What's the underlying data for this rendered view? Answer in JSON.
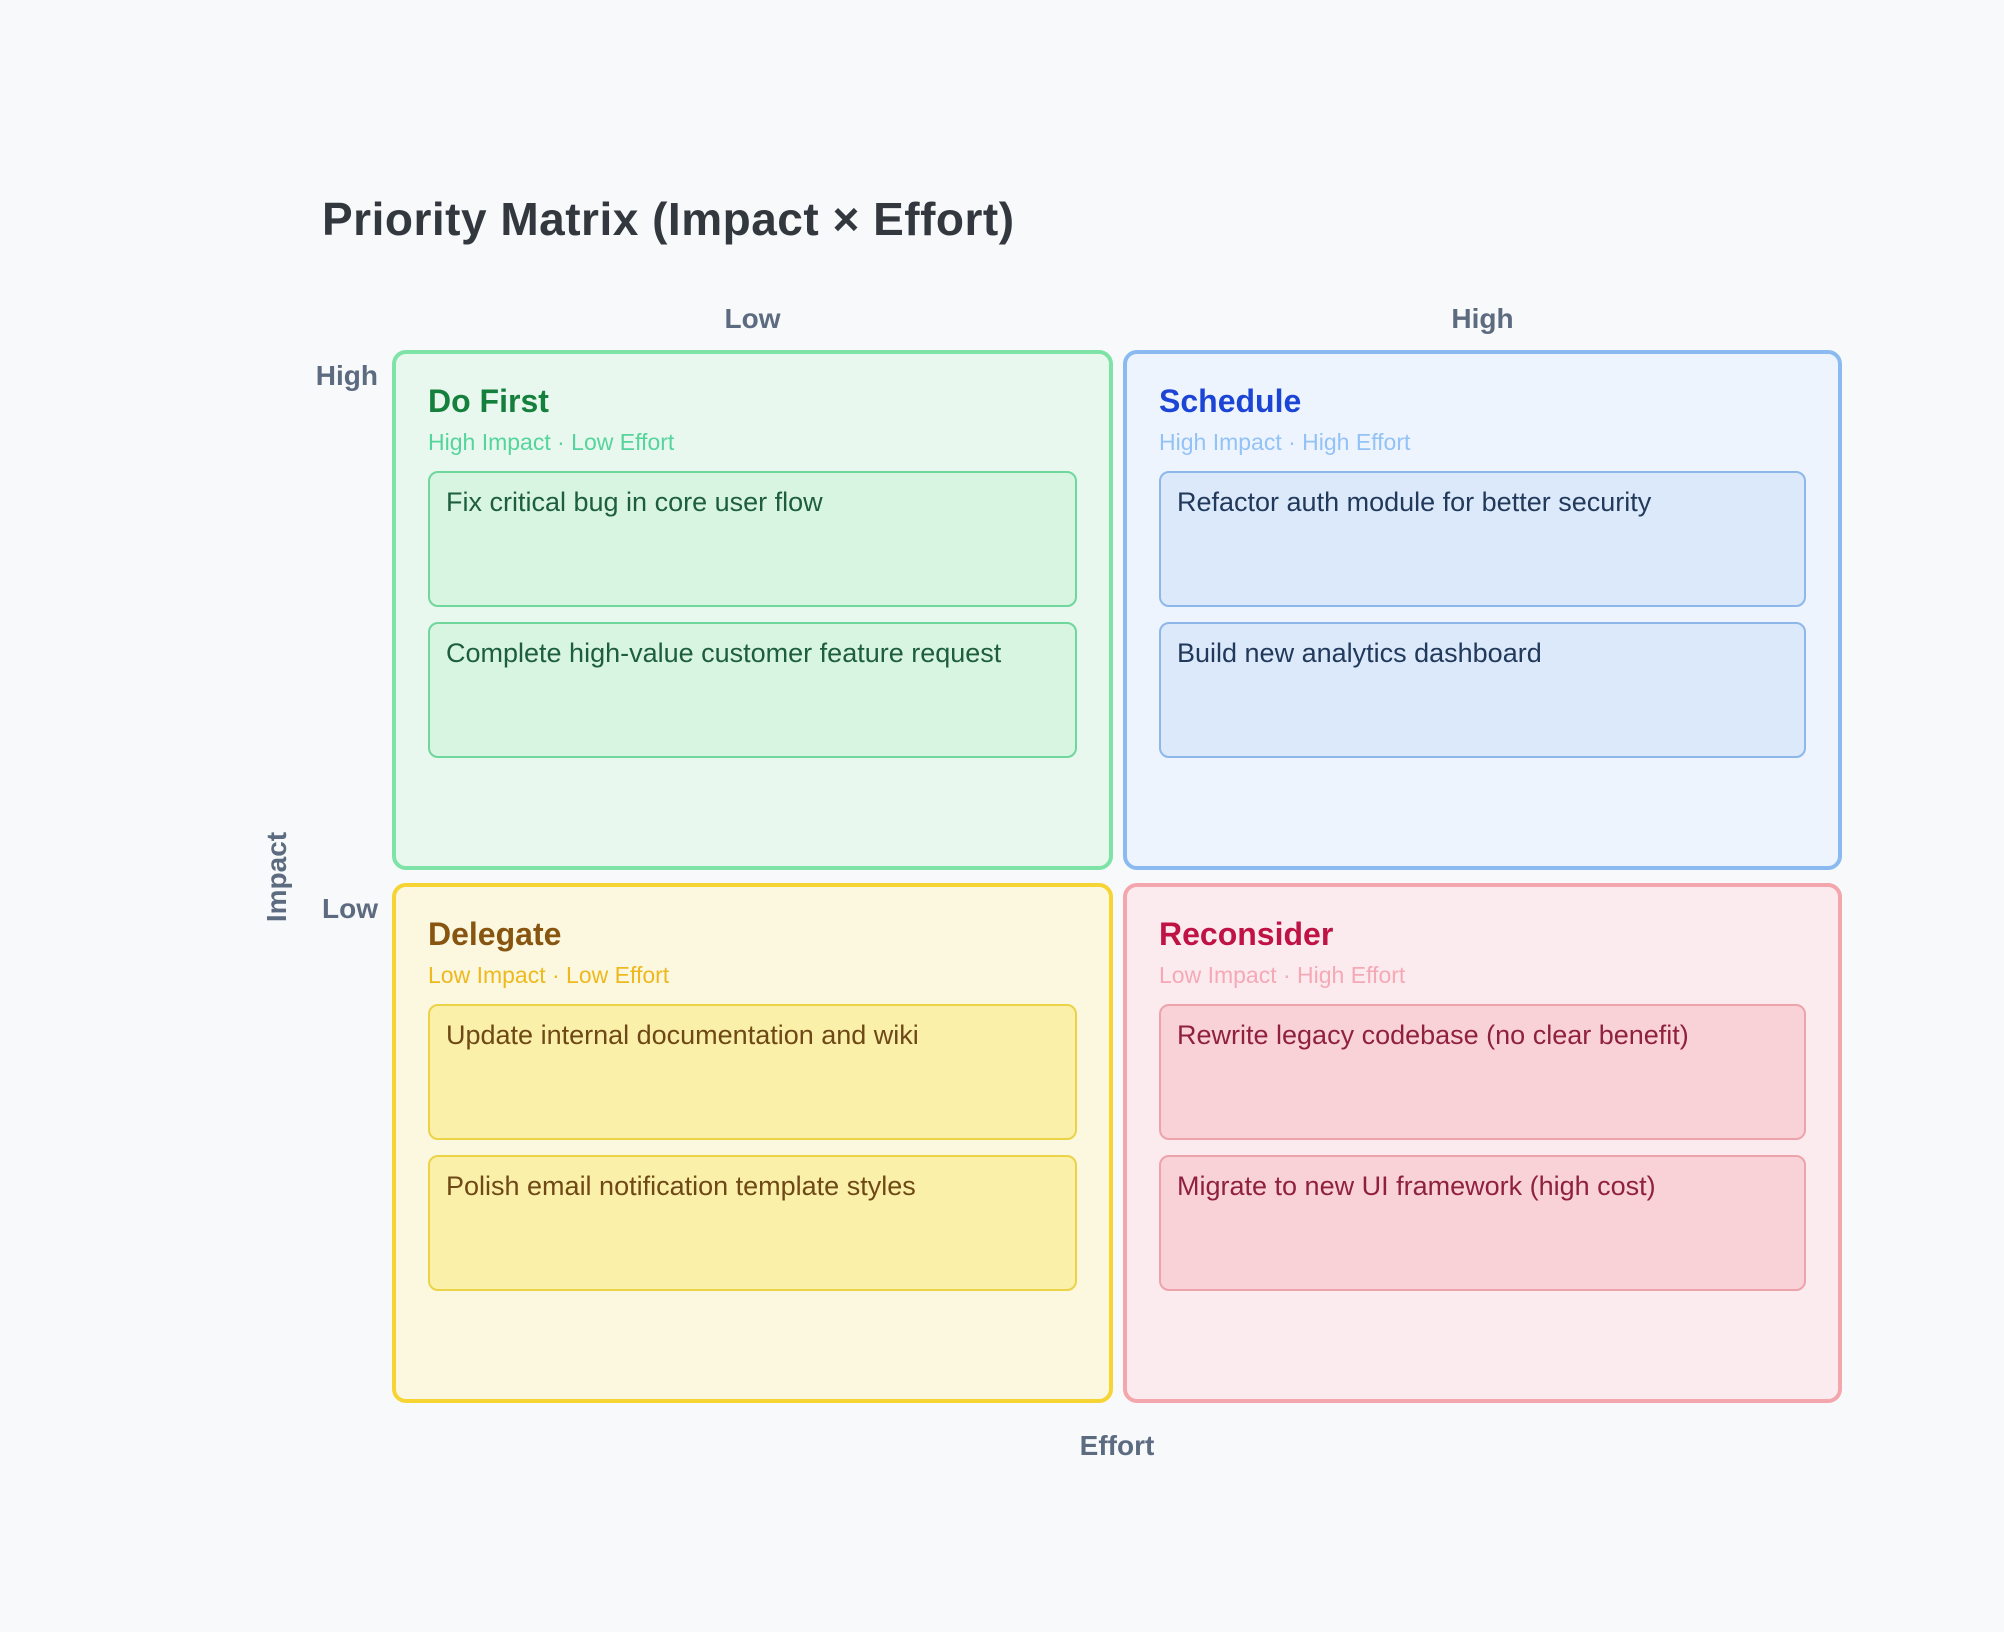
{
  "title": "Priority Matrix (Impact × Effort)",
  "axes": {
    "x_title": "Effort",
    "y_title": "Impact",
    "col_labels": [
      "Low",
      "High"
    ],
    "row_labels": [
      "High",
      "Low"
    ],
    "label_color": "#5d6b80"
  },
  "quadrants": [
    {
      "id": "do-first",
      "title": "Do First",
      "subtitle": "High Impact · Low Effort",
      "tasks": [
        "Fix critical bug in core user flow",
        "Complete high-value customer feature request"
      ],
      "colors": {
        "bg": "#e9f8ee",
        "border": "#7de3a7",
        "title": "#15803d",
        "subtitle": "#55d49c",
        "card_bg": "#d8f5e1",
        "card_border": "#6fd69c",
        "card_text": "#1d5e3c"
      }
    },
    {
      "id": "schedule",
      "title": "Schedule",
      "subtitle": "High Impact · High Effort",
      "tasks": [
        "Refactor auth module for better security",
        "Build new analytics dashboard"
      ],
      "colors": {
        "bg": "#edf4fd",
        "border": "#8abaf0",
        "title": "#1c45d6",
        "subtitle": "#93c2f6",
        "card_bg": "#dce9fb",
        "card_border": "#8db7e9",
        "card_text": "#21395a"
      }
    },
    {
      "id": "delegate",
      "title": "Delegate",
      "subtitle": "Low Impact · Low Effort",
      "tasks": [
        "Update internal documentation and wiki",
        "Polish email notification template styles"
      ],
      "colors": {
        "bg": "#fcf8e0",
        "border": "#f5d434",
        "title": "#875510",
        "subtitle": "#eeb81f",
        "card_bg": "#faf0aa",
        "card_border": "#ecd246",
        "card_text": "#6e4815"
      }
    },
    {
      "id": "reconsider",
      "title": "Reconsider",
      "subtitle": "Low Impact · High Effort",
      "tasks": [
        "Rewrite legacy codebase (no clear benefit)",
        "Migrate to new UI framework (high cost)"
      ],
      "colors": {
        "bg": "#fcebee",
        "border": "#f3a6ac",
        "title": "#bf1245",
        "subtitle": "#f5a9b6",
        "card_bg": "#f9d2d8",
        "card_border": "#eda3ab",
        "card_text": "#8f2040"
      }
    }
  ]
}
